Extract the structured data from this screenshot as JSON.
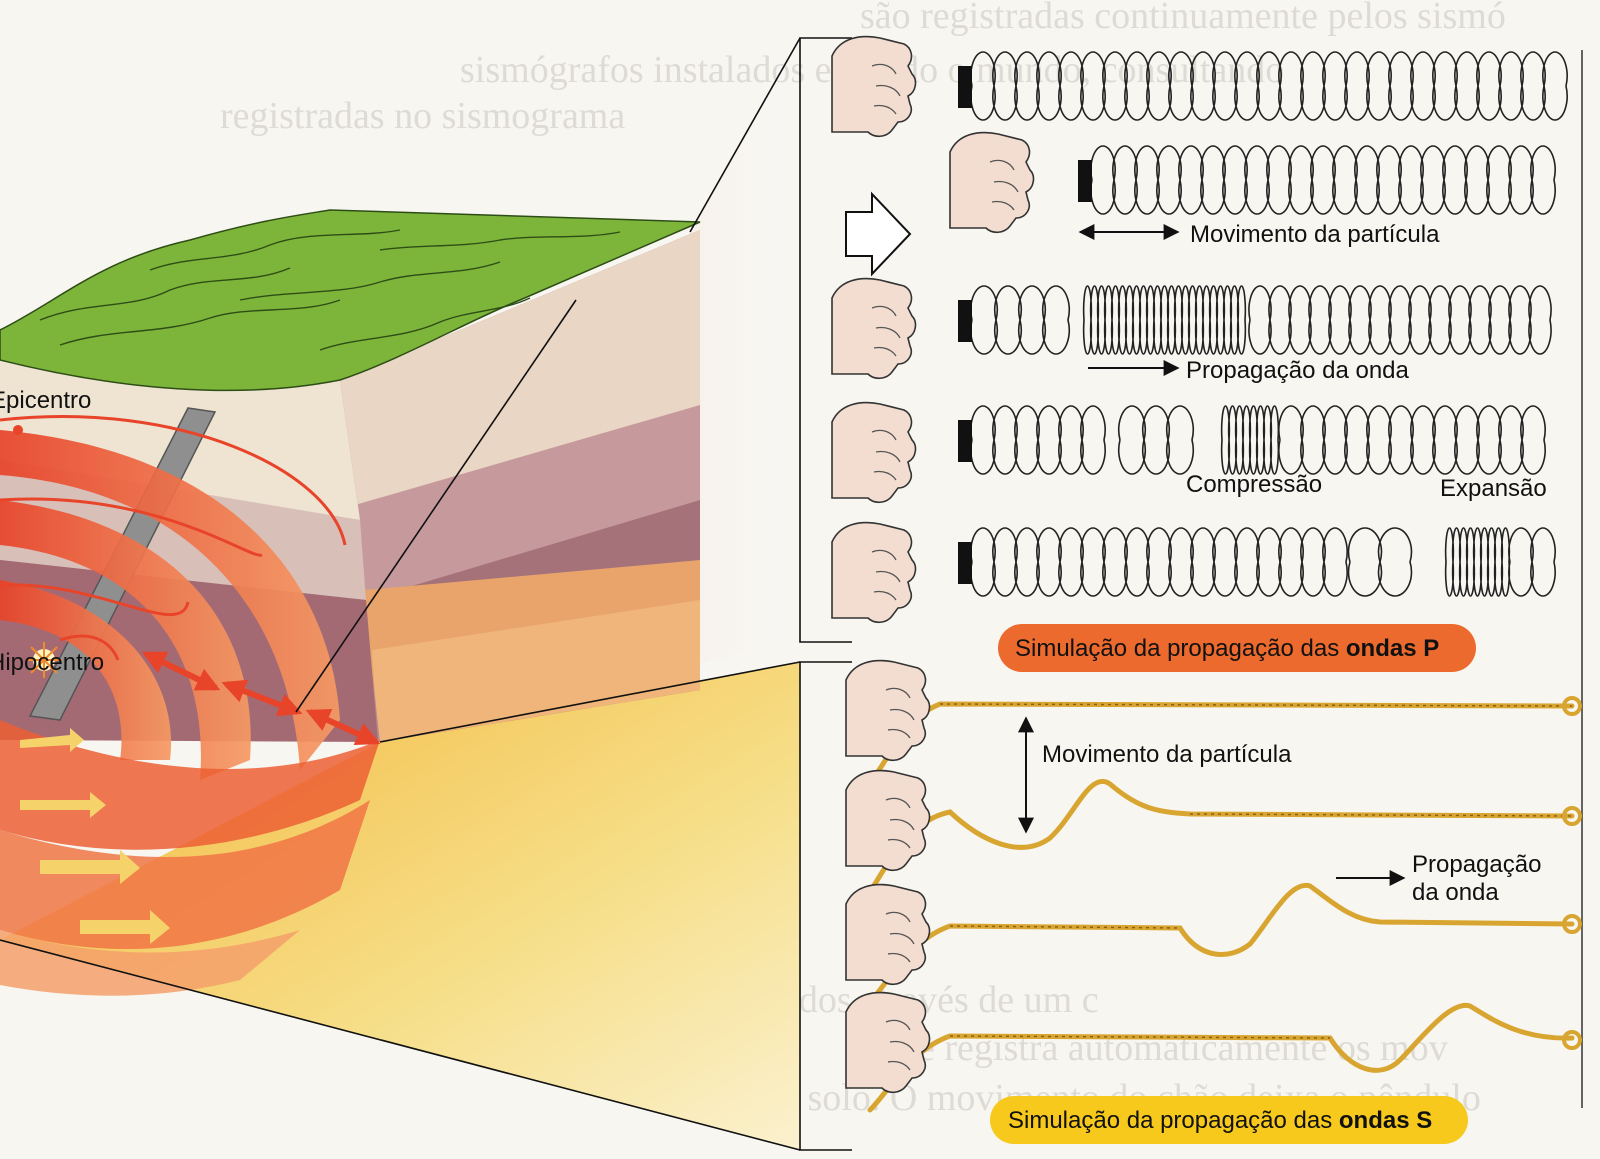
{
  "page": {
    "background_text_top": [
      "são registradas continuamente pelos sismó",
      "sismógrafos instalados em todo o mundo, consultando",
      "registradas no sismograma"
    ],
    "background_text_bottom": [
      "Os sismogramas são obtidos através de um c",
      "que registra automaticamente os mov",
      "do solo. O movimento do chão deixa o pêndulo"
    ]
  },
  "block": {
    "epicenter_label": "Epicentro",
    "hypocenter_label": "Hipocentro"
  },
  "p_waves": {
    "particle_motion": "Movimento da partícula",
    "wave_propagation": "Propagação da onda",
    "compression": "Compressão",
    "expansion": "Expansão",
    "caption_prefix": "Simulação da propagação das ",
    "caption_bold": "ondas P"
  },
  "s_waves": {
    "particle_motion": "Movimento da partícula",
    "wave_propagation_line1": "Propagação",
    "wave_propagation_line2": "da onda",
    "caption_prefix": "Simulação da propagação das ",
    "caption_bold": "ondas S"
  },
  "colors": {
    "p_badge": "#ec6a2d",
    "s_badge": "#f6c91c",
    "grass": "#7db53a",
    "wave_red": "#e8442a",
    "rope": "#d9a531"
  }
}
